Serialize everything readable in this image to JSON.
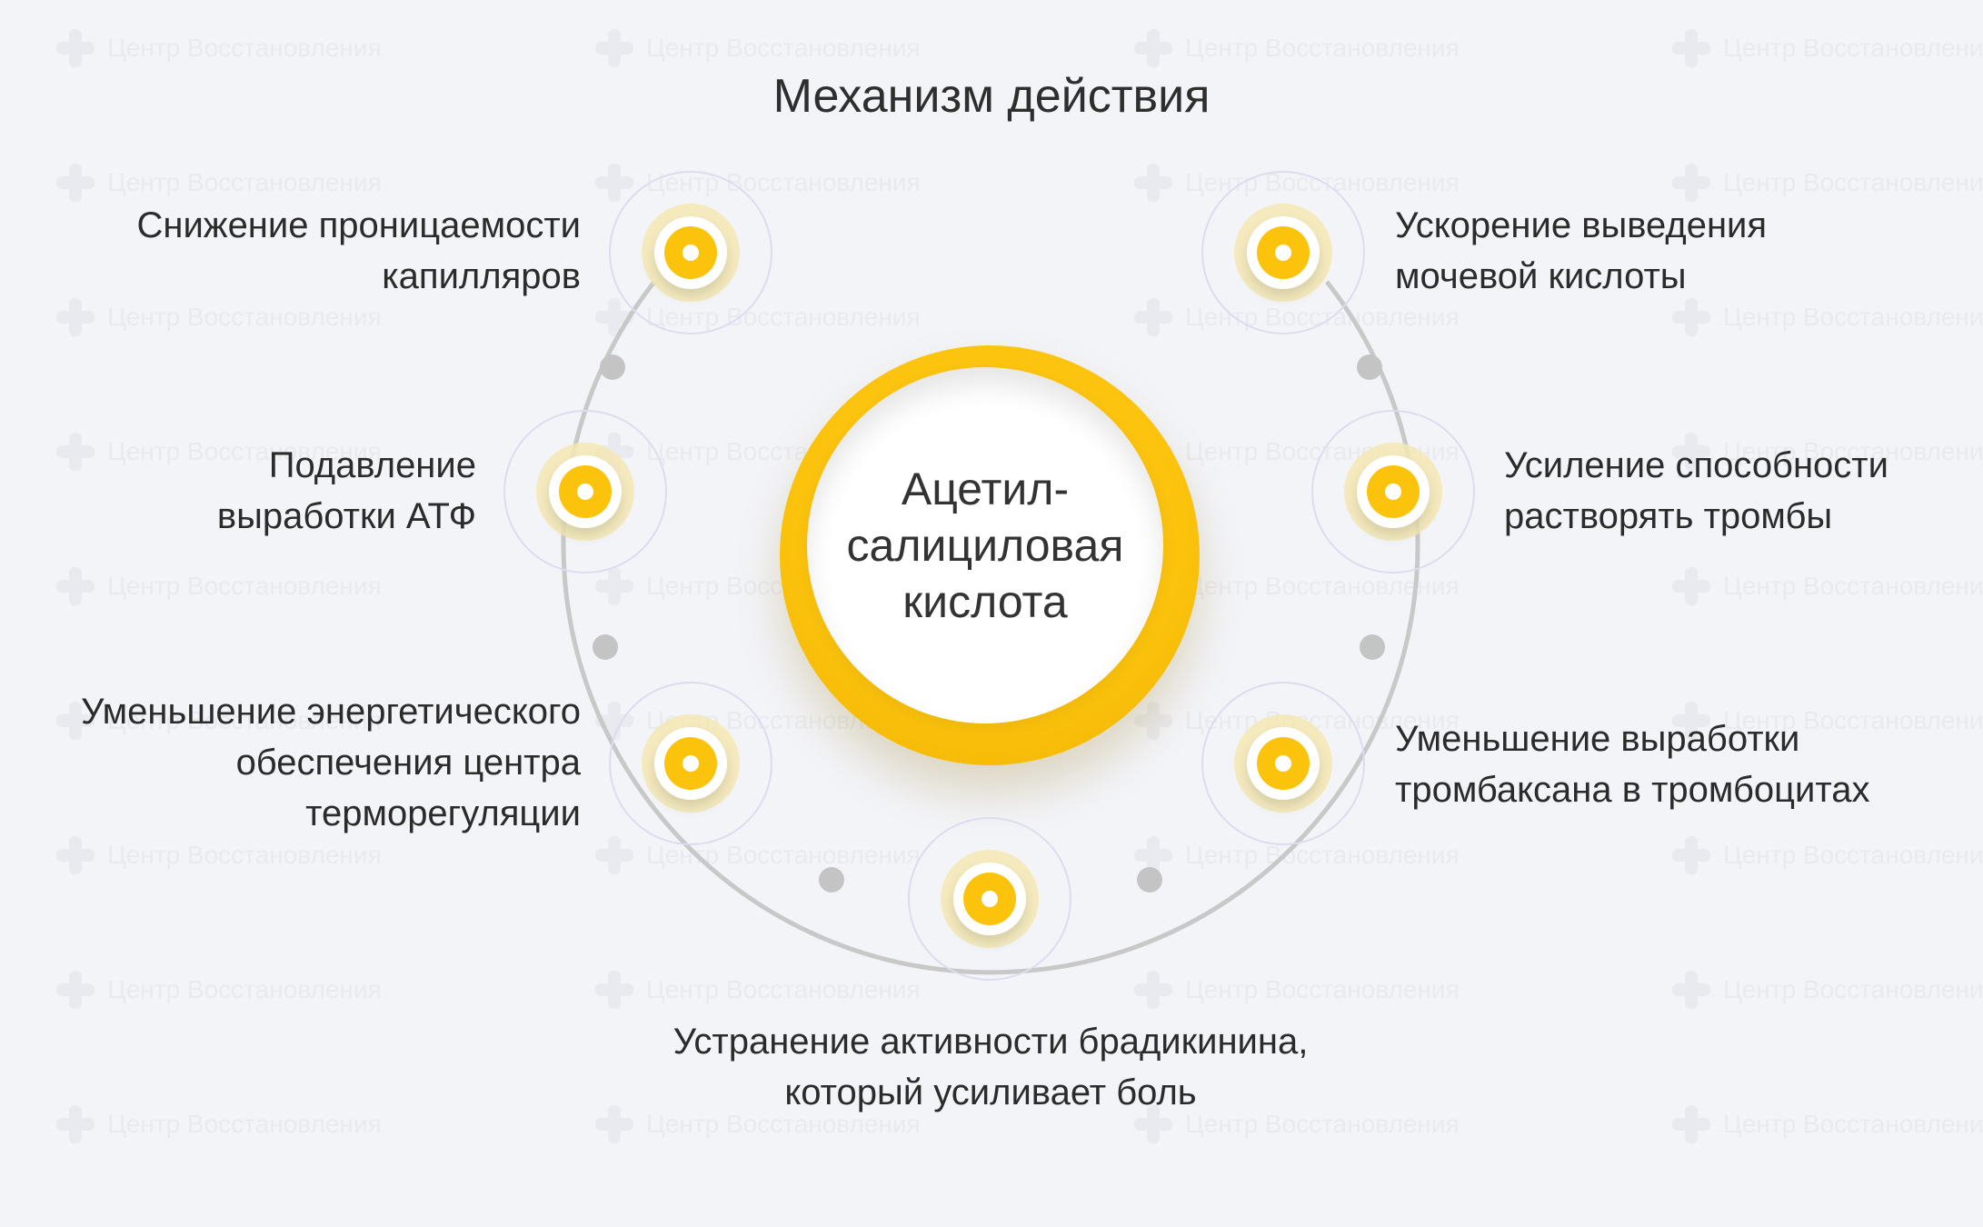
{
  "watermark_text": "Центр Восстановления",
  "title": "Механизм действия",
  "center": {
    "text": "Ацетил-\nсалициловая\nкислота"
  },
  "items": {
    "top_left": "Снижение проницаемости\nкапилляров",
    "mid_left": "Подавление\nвыработки АТФ",
    "low_left": "Уменьшение энергетического\nобеспечения центра\nтерморегуляции",
    "bottom": "Устранение активности брадикинина,\nкоторый усиливает боль",
    "top_right": "Ускорение выведения\nмочевой кислоты",
    "mid_right": "Усиление способности\nрастворять тромбы",
    "low_right": "Уменьшение выработки\nтромбаксана в тромбоцитах"
  },
  "colors": {
    "accent": "#fcc30d",
    "ring": "#c8c8c8",
    "background": "#f3f4f8"
  }
}
